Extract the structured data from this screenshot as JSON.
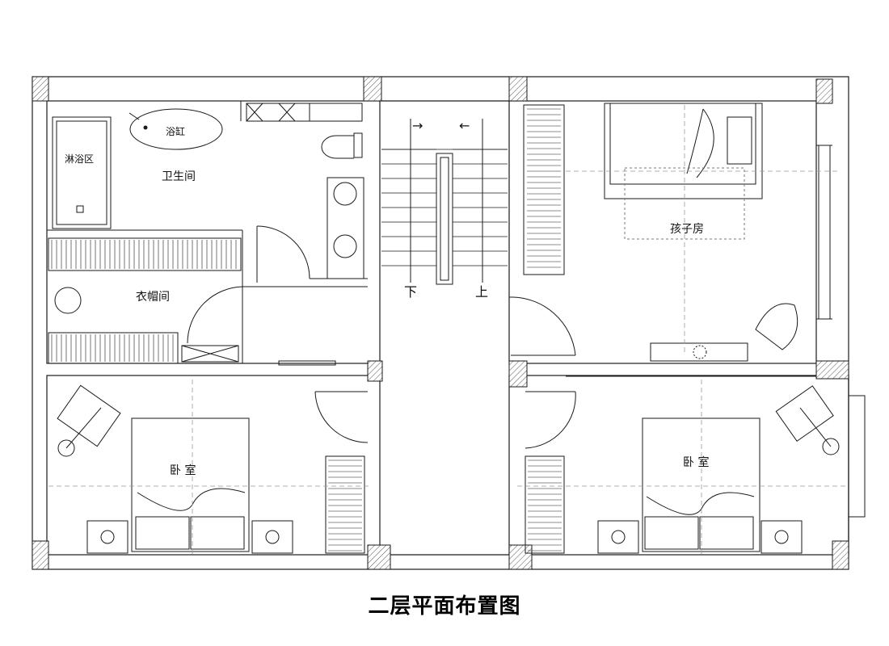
{
  "title": "二层平面布置图",
  "rooms": {
    "shower": "淋浴区",
    "bathtub": "浴缸",
    "bathroom": "卫生间",
    "cloakroom": "衣帽间",
    "kids_room": "孩子房",
    "bedroom_left": "卧 室",
    "bedroom_right": "卧 室"
  },
  "stairs": {
    "down": "下",
    "up": "上",
    "arrow_right": "→",
    "arrow_left": "←"
  },
  "colors": {
    "line": "#1a1a1a",
    "wall_fill": "#d9d9d9",
    "background": "#ffffff"
  }
}
